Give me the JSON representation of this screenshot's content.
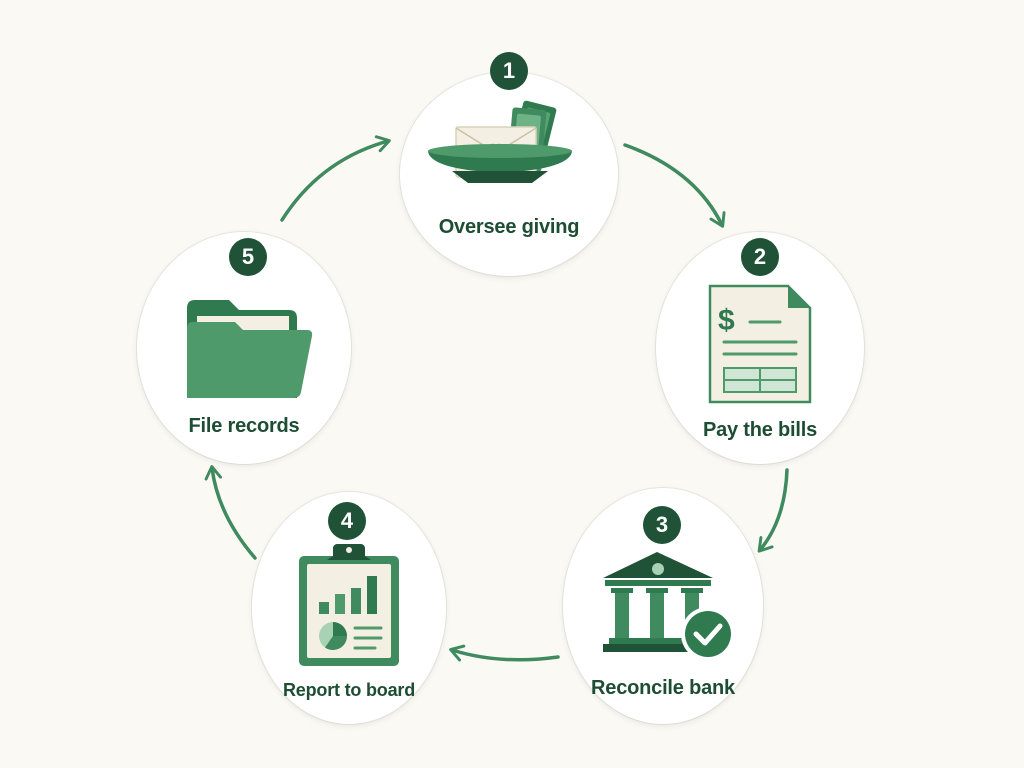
{
  "palette": {
    "background": "#fbf9f4",
    "circle": "#ffffff",
    "dark_green": "#1f5236",
    "green": "#3f8a5f",
    "light_green": "#a9d2b4",
    "paper": "#f3efe2",
    "text": "#1d4d33"
  },
  "steps": [
    {
      "number": "1",
      "label": "Oversee giving",
      "icon": "offering-plate-icon"
    },
    {
      "number": "2",
      "label": "Pay the bills",
      "icon": "invoice-icon"
    },
    {
      "number": "3",
      "label": "Reconcile bank",
      "icon": "bank-check-icon"
    },
    {
      "number": "4",
      "label": "Report to board",
      "icon": "clipboard-report-icon"
    },
    {
      "number": "5",
      "label": "File records",
      "icon": "folder-icon"
    }
  ]
}
